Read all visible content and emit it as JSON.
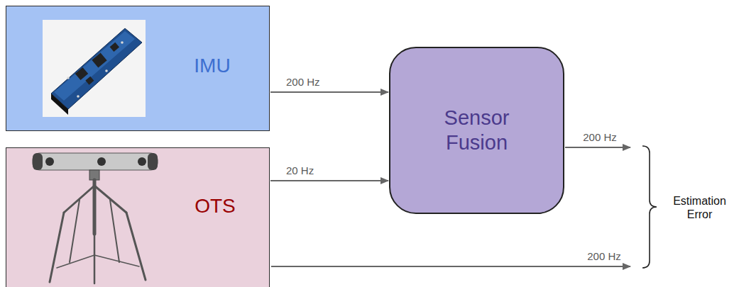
{
  "diagram": {
    "nodes": [
      {
        "text": [
          "IMU"
        ]
      },
      {
        "text": [
          "OTS"
        ]
      },
      {
        "text": [
          "Sensor Fusion"
        ]
      }
    ],
    "edges": [
      {
        "from": 0,
        "to": 2,
        "arrow": "to",
        "label": "200 Hz"
      },
      {
        "from": 1,
        "to": 2,
        "arrow": "to",
        "label": "20 Hz"
      }
    ],
    "labels": [
      "200 Hz",
      "200 Hz",
      "Estimation Error"
    ]
  }
}
